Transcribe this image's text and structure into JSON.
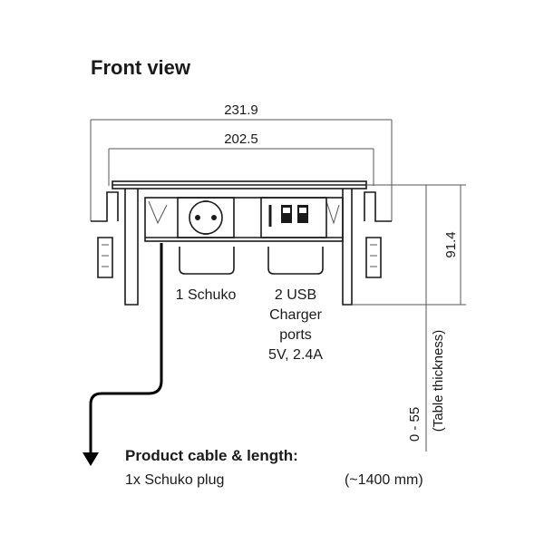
{
  "title": "Front view",
  "dimensions": {
    "outer_width": "231.9",
    "inner_width": "202.5",
    "height": "91.4",
    "table_range": "0 - 55",
    "table_label": "(Table thickness)"
  },
  "labels": {
    "schuko": "1 Schuko",
    "usb_line1": "2 USB",
    "usb_line2": "Charger",
    "usb_line3": "ports",
    "usb_line4": "5V, 2.4A"
  },
  "cable": {
    "heading": "Product cable & length:",
    "item": "1x  Schuko plug",
    "length": "(~1400 mm)"
  }
}
